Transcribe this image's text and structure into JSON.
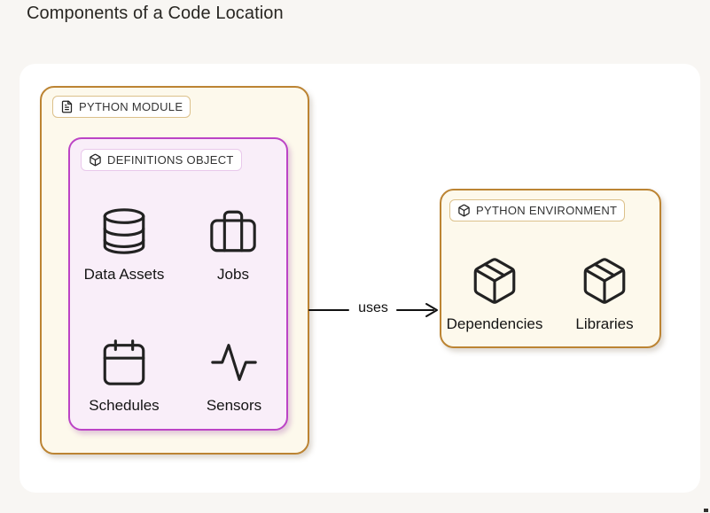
{
  "page": {
    "title": "Components of a Code Location"
  },
  "module": {
    "label": "PYTHON MODULE",
    "icon": "file-text-icon"
  },
  "definitions": {
    "label": "DEFINITIONS OBJECT",
    "icon": "box-icon",
    "items": [
      {
        "label": "Data Assets",
        "icon": "database-icon"
      },
      {
        "label": "Jobs",
        "icon": "briefcase-icon"
      },
      {
        "label": "Schedules",
        "icon": "calendar-icon"
      },
      {
        "label": "Sensors",
        "icon": "activity-icon"
      }
    ]
  },
  "connection": {
    "label": "uses"
  },
  "environment": {
    "label": "PYTHON ENVIRONMENT",
    "icon": "box-icon",
    "items": [
      {
        "label": "Dependencies",
        "icon": "package-icon"
      },
      {
        "label": "Libraries",
        "icon": "package-icon"
      }
    ]
  },
  "colors": {
    "page_bg": "#f8f6f3",
    "card_bg": "#ffffff",
    "text_dark": "#292723",
    "chip_text": "#333333",
    "icon_stroke": "#222222",
    "arrow_color": "#111111",
    "module_fill": "#fdf9ec",
    "module_border": "#bc8433",
    "module_chip_border": "#dcc18b",
    "defs_fill": "#f9eef9",
    "defs_border": "#bc44c6",
    "defs_chip_border": "#e9c8eb",
    "env_fill": "#fdf9ec",
    "env_border": "#bc8433",
    "env_chip_border": "#dcc18b"
  }
}
